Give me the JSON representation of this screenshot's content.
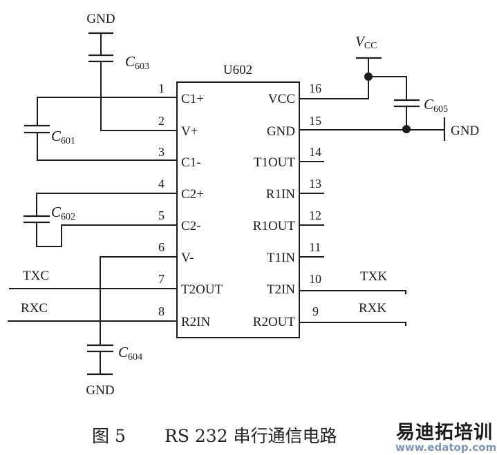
{
  "figure": {
    "caption_number": "图 5",
    "caption_title": "RS 232 串行通信电路"
  },
  "ic": {
    "ref": "U602",
    "left_pins": [
      {
        "num": "1",
        "name": "C1+"
      },
      {
        "num": "2",
        "name": "V+"
      },
      {
        "num": "3",
        "name": "C1-"
      },
      {
        "num": "4",
        "name": "C2+"
      },
      {
        "num": "5",
        "name": "C2-"
      },
      {
        "num": "6",
        "name": "V-"
      },
      {
        "num": "7",
        "name": "T2OUT"
      },
      {
        "num": "8",
        "name": "R2IN"
      }
    ],
    "right_pins": [
      {
        "num": "16",
        "name": "VCC"
      },
      {
        "num": "15",
        "name": "GND"
      },
      {
        "num": "14",
        "name": "T1OUT"
      },
      {
        "num": "13",
        "name": "R1IN"
      },
      {
        "num": "12",
        "name": "R1OUT"
      },
      {
        "num": "11",
        "name": "T1IN"
      },
      {
        "num": "10",
        "name": "T2IN"
      },
      {
        "num": "9",
        "name": "R2OUT"
      }
    ]
  },
  "capacitors": {
    "c601": {
      "letter": "C",
      "sub": "601"
    },
    "c602": {
      "letter": "C",
      "sub": "602"
    },
    "c603": {
      "letter": "C",
      "sub": "603"
    },
    "c604": {
      "letter": "C",
      "sub": "604"
    },
    "c605": {
      "letter": "C",
      "sub": "605"
    }
  },
  "power": {
    "gnd_top": "GND",
    "gnd_bottom": "GND",
    "gnd_right": "GND",
    "vcc_letter": "V",
    "vcc_sub": "CC"
  },
  "nets": {
    "txc": "TXC",
    "rxc": "RXC",
    "txk": "TXK",
    "rxk": "RXK"
  },
  "watermark": {
    "chars": [
      "易",
      "迪",
      "拓",
      "培",
      "训"
    ],
    "colors": [
      "#e0788a",
      "#e0788a",
      "#e0788a",
      "#7d95b8",
      "#7d95b8"
    ],
    "url": "www.edatop.com"
  }
}
